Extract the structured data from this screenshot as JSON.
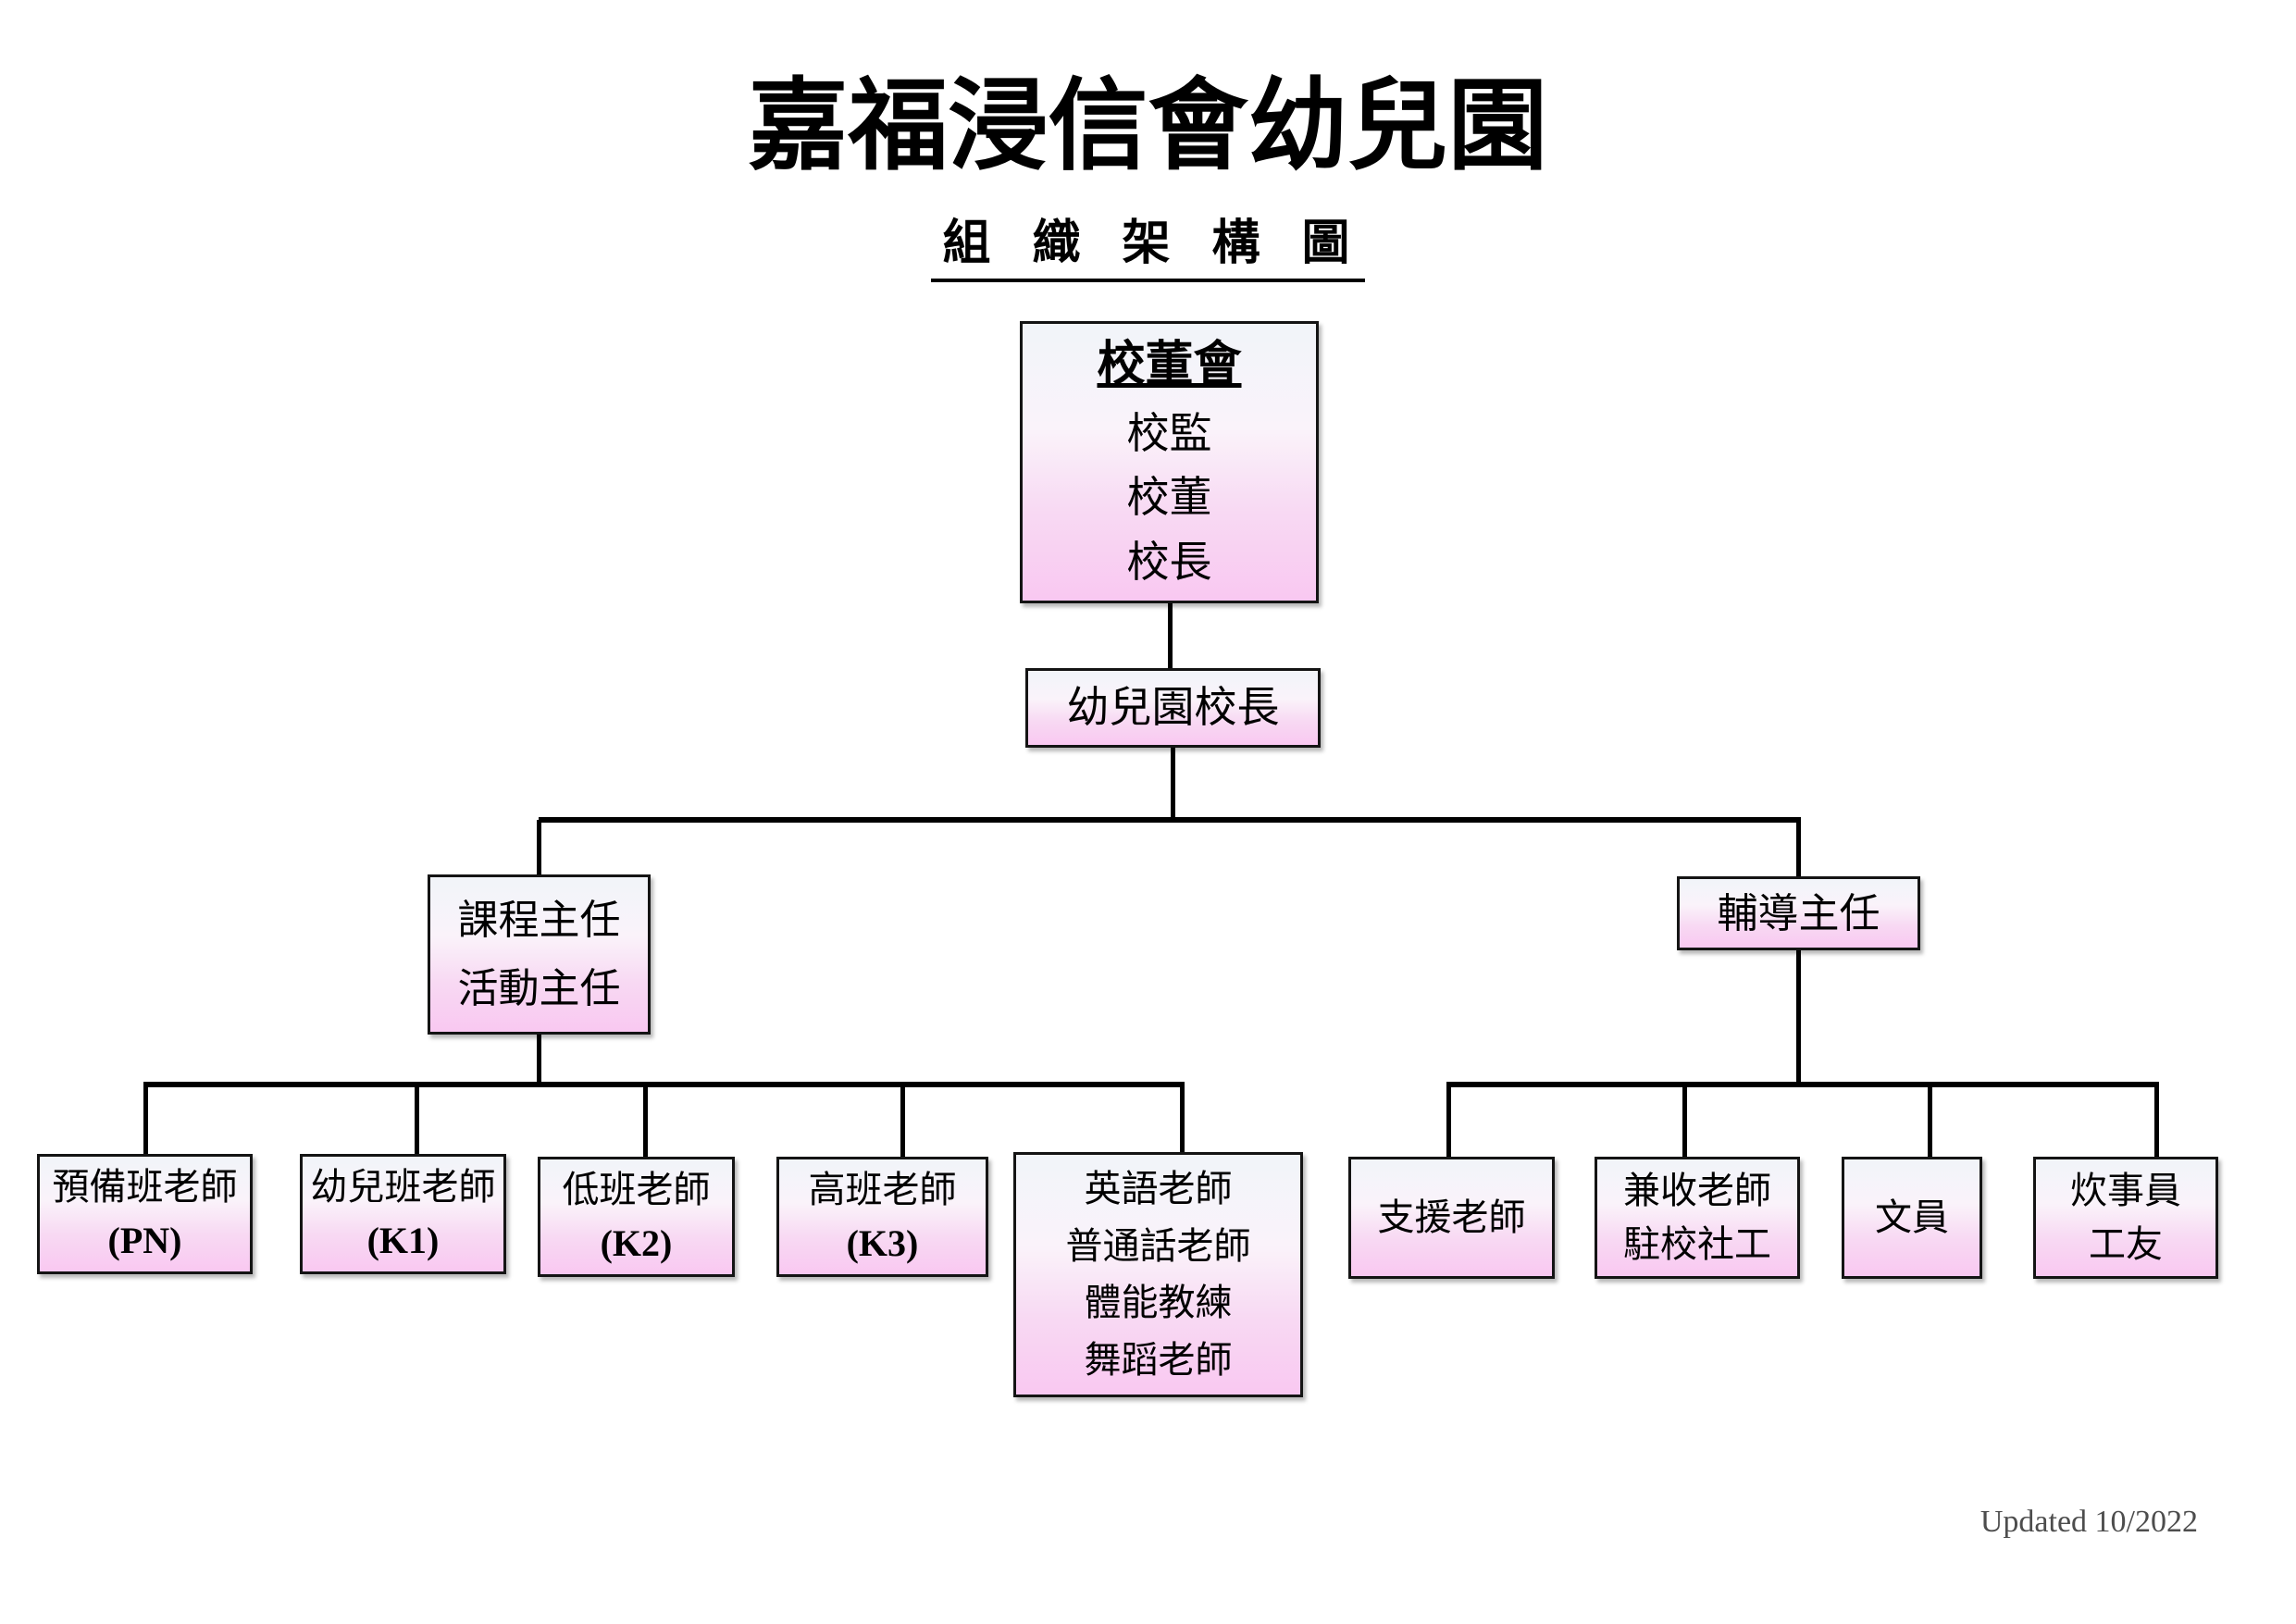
{
  "page": {
    "title": "嘉福浸信會幼兒園",
    "subtitle": "組 織 架 構 圖",
    "updated": "Updated 10/2022"
  },
  "colors": {
    "box_gradient_top": "#f1f4f9",
    "box_gradient_bottom": "#f9c8f1",
    "box_border": "#141414",
    "connector": "#000000",
    "updated_text": "#4d4d4d"
  },
  "boxes": {
    "board": {
      "heading": "校董會",
      "line1": "校監",
      "line2": "校董",
      "line3": "校長"
    },
    "principal": {
      "line1": "幼兒園校長"
    },
    "curriculum": {
      "line1": "課程主任",
      "line2": "活動主任"
    },
    "counseling": {
      "line1": "輔導主任"
    },
    "pn": {
      "line1": "預備班老師",
      "line2": "(PN)"
    },
    "k1": {
      "line1": "幼兒班老師",
      "line2": "(K1)"
    },
    "k2": {
      "line1": "低班老師",
      "line2": "(K2)"
    },
    "k3": {
      "line1": "高班老師",
      "line2": "(K3)"
    },
    "specialists": {
      "line1": "英語老師",
      "line2": "普通話老師",
      "line3": "體能教練",
      "line4": "舞蹈老師"
    },
    "support": {
      "line1": "支援老師"
    },
    "inclusive": {
      "line1": "兼收老師",
      "line2": "駐校社工"
    },
    "clerk": {
      "line1": "文員"
    },
    "cook": {
      "line1": "炊事員",
      "line2": "工友"
    }
  }
}
